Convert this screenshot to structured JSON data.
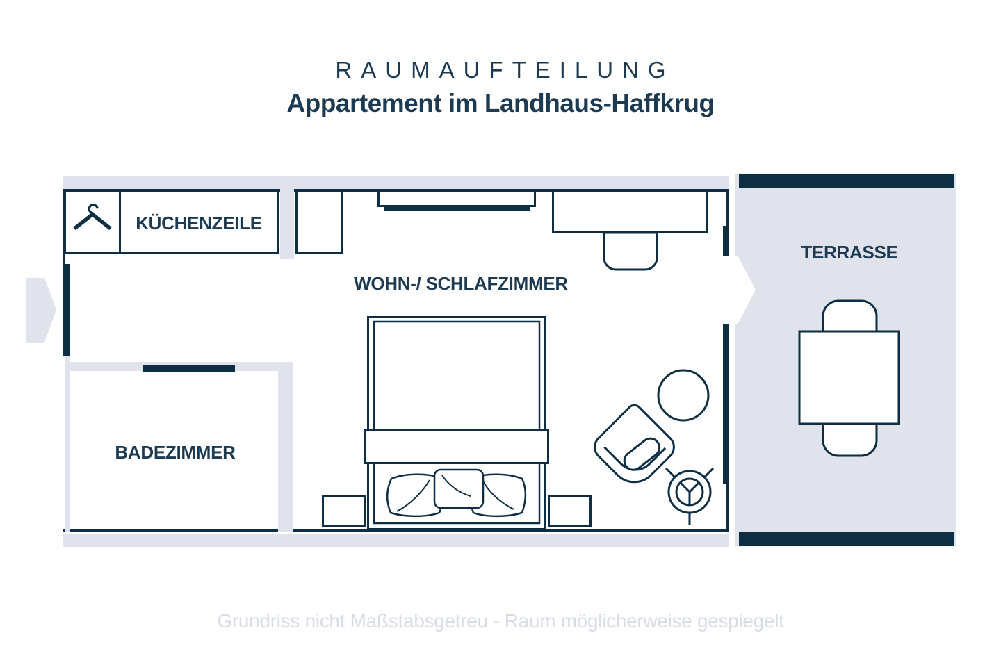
{
  "header": {
    "title": "RAUMAUFTEILUNG",
    "subtitle": "Appartement im Landhaus-Haffkrug"
  },
  "rooms": {
    "kitchen": "KÜCHENZEILE",
    "living": "WOHN-/ SCHLAFZIMMER",
    "bath": "BADEZIMMER",
    "terrace": "TERRASSE"
  },
  "footer": {
    "disclaimer": "Grundriss nicht Maßstabsgetreu - Raum möglicherweise gespiegelt"
  },
  "icons": {
    "wardrobe": "hanger-icon"
  },
  "colors": {
    "navy_dark": "#0e2e43",
    "navy_text": "#1c3a52",
    "wall_gray": "#e0e3eb",
    "caption_gray": "#d8dce4",
    "background": "#ffffff"
  }
}
